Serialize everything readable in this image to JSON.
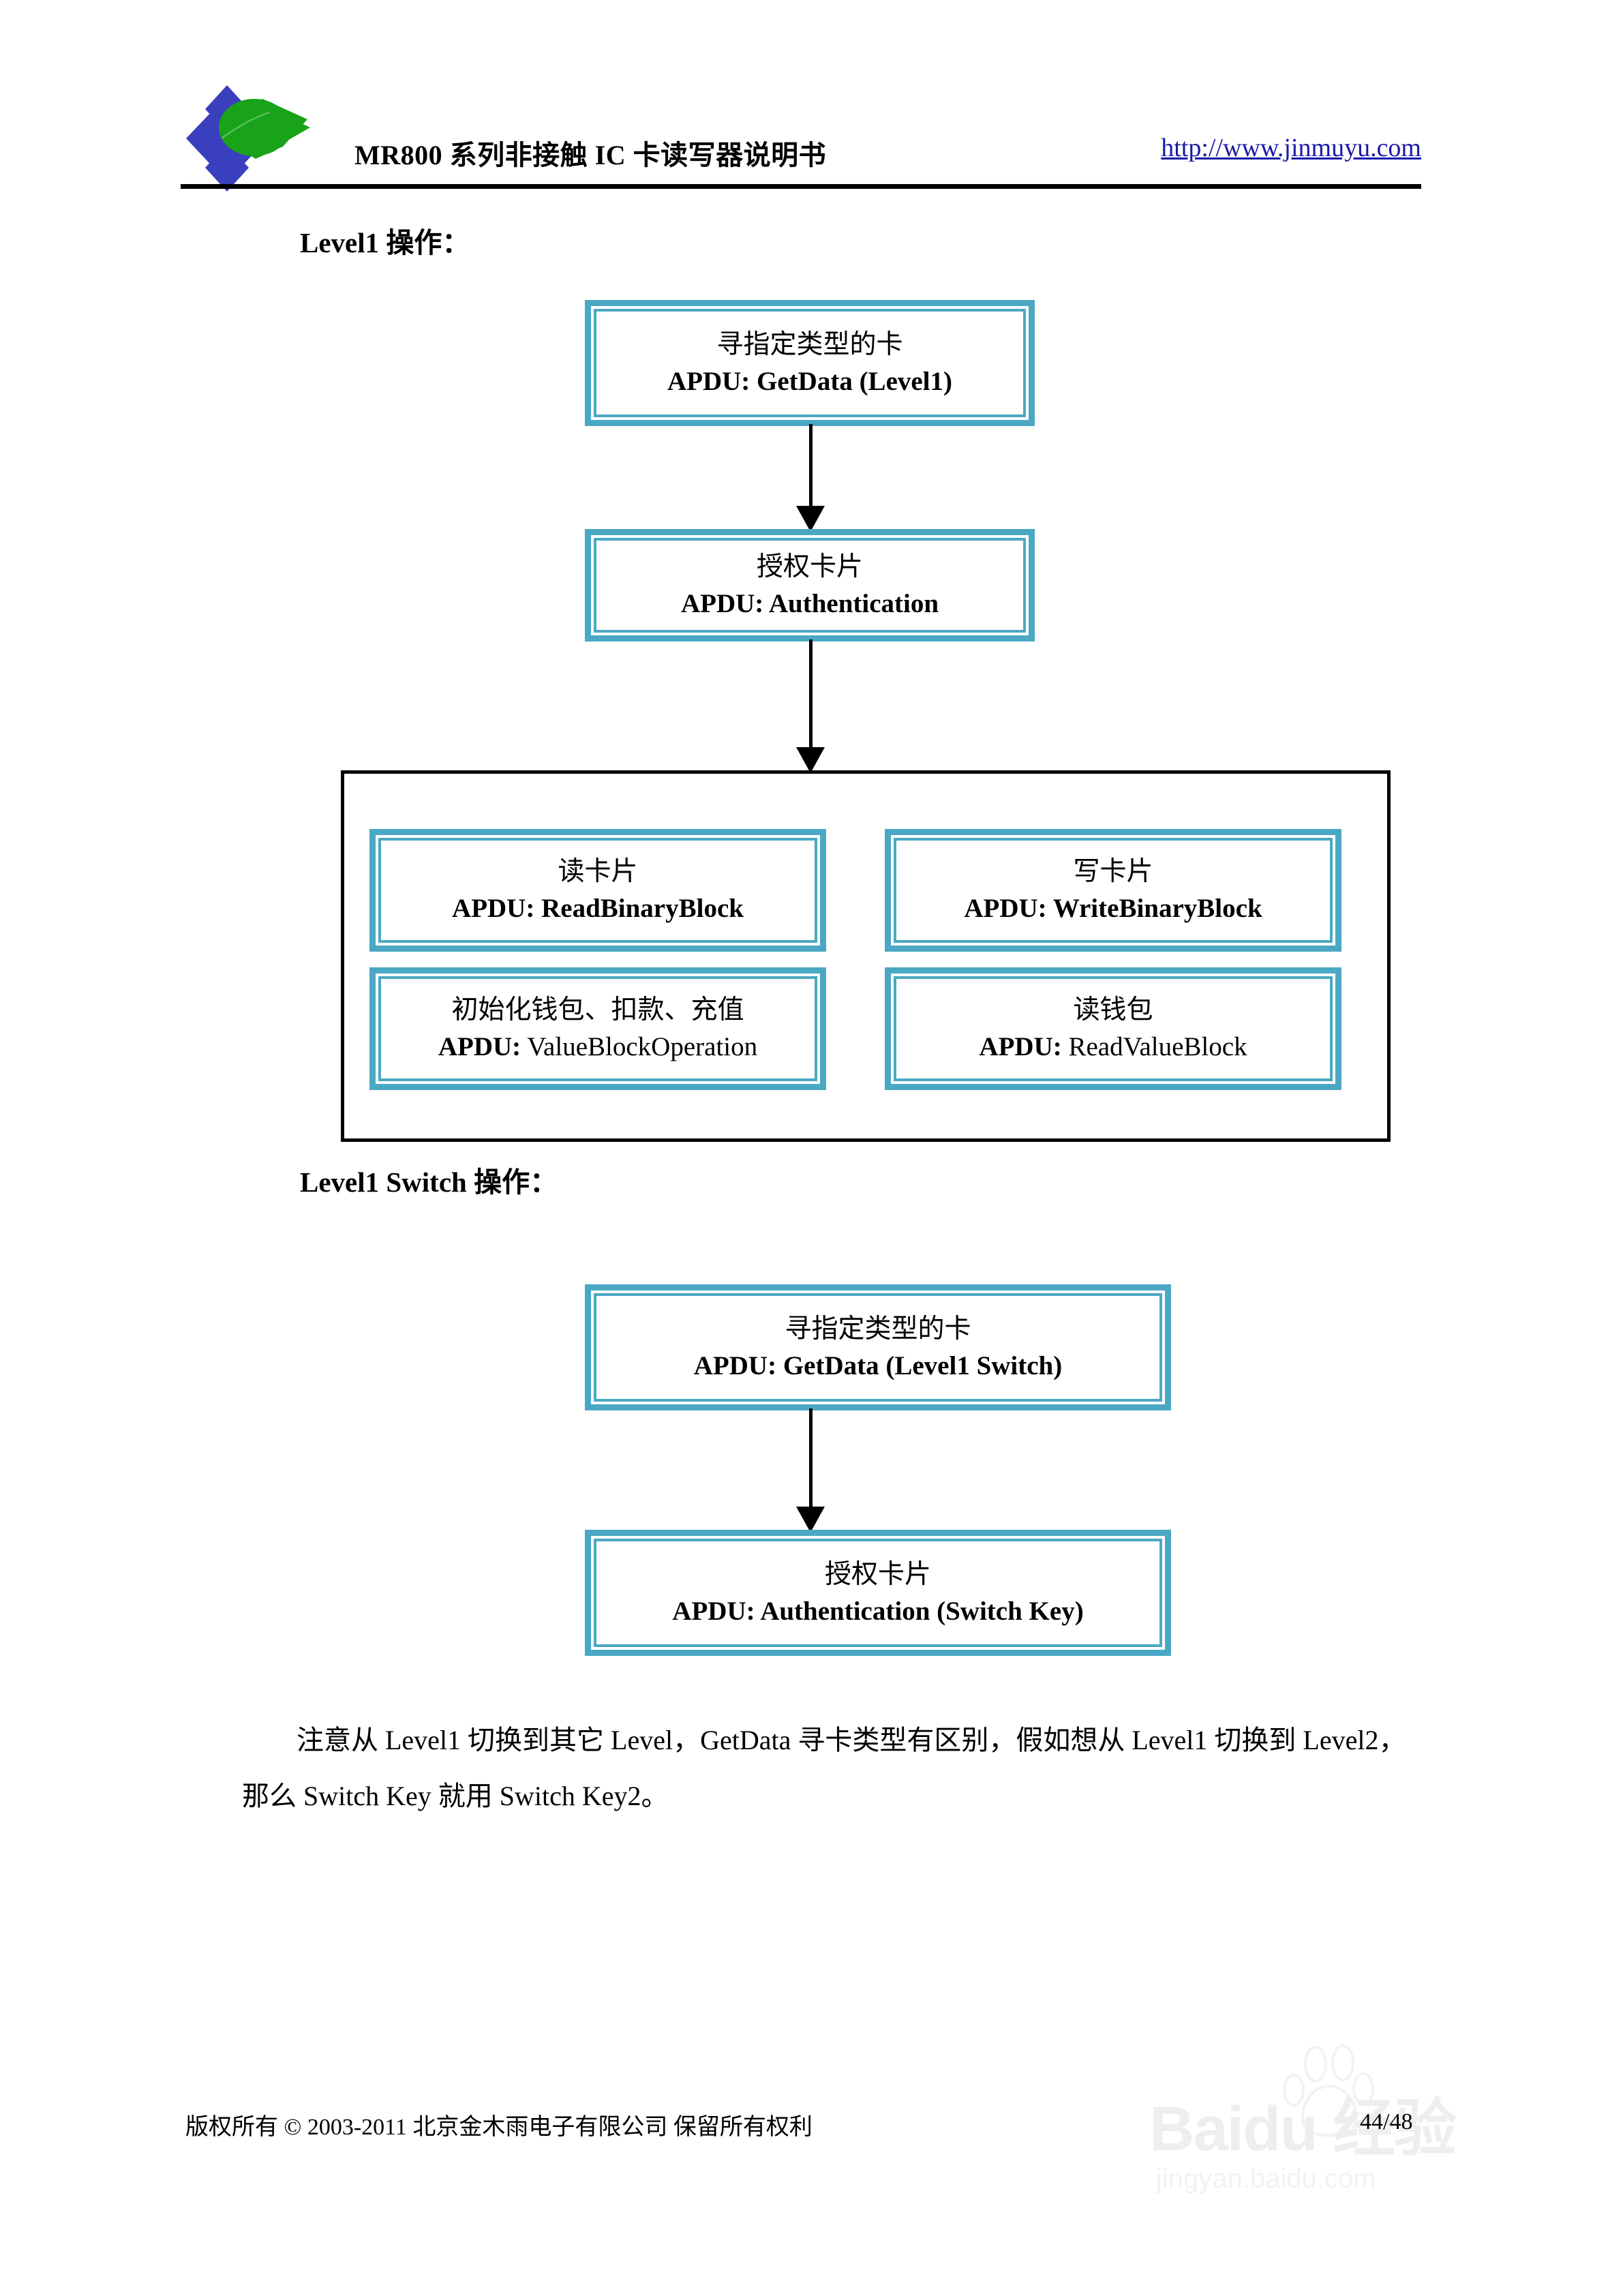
{
  "header": {
    "title": "MR800 系列非接触 IC 卡读写器说明书",
    "url": "http://www.jinmuyu.com",
    "logo_icon": "jinmuyu-diamond-leaf-logo"
  },
  "sections": [
    {
      "heading": "Level1  操作："
    },
    {
      "heading": "Level1 Switch 操作："
    }
  ],
  "flowchart_level1": {
    "step_getdata": {
      "zh": "寻指定类型的卡",
      "en_label": "APDU:",
      "en_value": " GetData (Level1)"
    },
    "step_auth": {
      "zh": "授权卡片",
      "en_label": "APDU:",
      "en_value": " Authentication"
    },
    "operations": [
      {
        "zh": "读卡片",
        "en_label": "APDU:",
        "en_value": " ReadBinaryBlock",
        "value_bold": true
      },
      {
        "zh": "写卡片",
        "en_label": "APDU:",
        "en_value": " WriteBinaryBlock",
        "value_bold": true
      },
      {
        "zh": "初始化钱包、扣款、充值",
        "en_label": "APDU:",
        "en_value": " ValueBlockOperation",
        "value_bold": false
      },
      {
        "zh": "读钱包",
        "en_label": "APDU:",
        "en_value": " ReadValueBlock",
        "value_bold": false
      }
    ]
  },
  "flowchart_level1_switch": {
    "step_getdata": {
      "zh": "寻指定类型的卡",
      "en_label": "APDU:",
      "en_value": " GetData (Level1 Switch)"
    },
    "step_auth": {
      "zh": "授权卡片",
      "en_label": "APDU:",
      "en_value": " Authentication (Switch Key)"
    }
  },
  "note": {
    "line1": "注意从 Level1 切换到其它 Level，GetData 寻卡类型有区别，假如想从 Level1 切换到 Level2，",
    "line2": "那么 Switch Key 就用 Switch Key2。"
  },
  "footer": {
    "copyright": "版权所有 ©  2003-2011 北京金木雨电子有限公司  保留所有权利",
    "page_number": "44/48"
  },
  "watermark": {
    "main": "Baidu 经验",
    "sub": "jingyan.baidu.com",
    "paw_icon": "baidu-paw-icon"
  },
  "colors": {
    "box_border": "#4BA8C4",
    "link": "#1a1aa8",
    "text": "#000000",
    "logo_blue": "#3a3fbe",
    "logo_green": "#19a319"
  }
}
